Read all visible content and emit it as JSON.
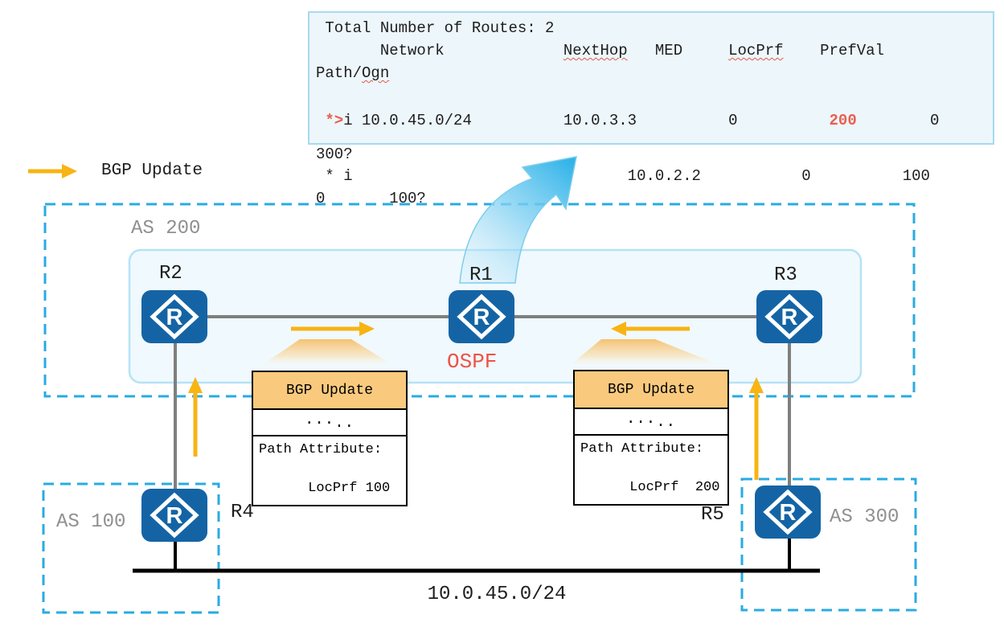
{
  "routing_table": {
    "lines": [
      {
        "segments": [
          {
            "text": " Total Number of Routes: 2"
          }
        ]
      },
      {
        "segments": [
          {
            "text": "       Network             "
          },
          {
            "text": "NextHop",
            "s": "u"
          },
          {
            "text": "   MED     "
          },
          {
            "text": "LocPrf",
            "s": "u"
          },
          {
            "text": "    PrefVal"
          }
        ]
      },
      {
        "segments": [
          {
            "text": "Path/"
          },
          {
            "text": "Ogn",
            "s": "u"
          }
        ]
      },
      {
        "segments": [
          {
            "text": " "
          },
          {
            "text": "*>",
            "s": "r"
          },
          {
            "text": "i 10.0.45.0/24          10.0.3.3          0          "
          },
          {
            "text": "200",
            "s": "r"
          },
          {
            "text": "        0"
          }
        ]
      },
      {
        "segments": [
          {
            "text": "300?"
          }
        ]
      },
      {
        "segments": [
          {
            "text": " * i                              10.0.2.2           0          100"
          }
        ]
      },
      {
        "segments": [
          {
            "text": "0       100?"
          }
        ]
      }
    ]
  },
  "legend": {
    "label": "BGP Update"
  },
  "areas": {
    "as200": {
      "label": "AS 200"
    },
    "as100": {
      "label": "AS 100"
    },
    "as300": {
      "label": "AS 300"
    }
  },
  "routers": {
    "r1": {
      "label": "R1",
      "icon": "R"
    },
    "r2": {
      "label": "R2",
      "icon": "R"
    },
    "r3": {
      "label": "R3",
      "icon": "R"
    },
    "r4": {
      "label": "R4",
      "icon": "R"
    },
    "r5": {
      "label": "R5",
      "icon": "R"
    }
  },
  "ospf_label": "OSPF",
  "network_label": "10.0.45.0/24",
  "packets": {
    "left": {
      "header": "BGP Update",
      "dots": "···..",
      "attr_title": "Path Attribute:",
      "attr_value": "LocPrf 100"
    },
    "right": {
      "header": "BGP Update",
      "dots": "···..",
      "attr_title": "Path Attribute:",
      "attr_value": "LocPrf  200"
    }
  },
  "colors": {
    "accent_cyan": "#29ABE2",
    "arrow_orange": "#F7B413",
    "alert_red": "#E8604F",
    "router_blue": "#1464A5",
    "packet_header_fill": "#F9CA7D",
    "area_fill": "#F0F9FD",
    "table_fill": "#EDF6FB",
    "table_border": "#A9D9EE",
    "link_gray": "#7F7F7F"
  }
}
